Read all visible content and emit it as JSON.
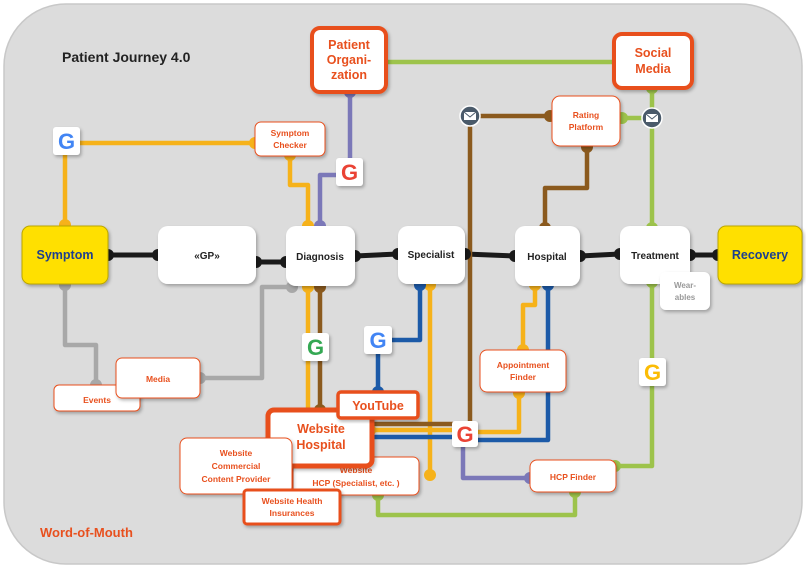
{
  "title": "Patient Journey 4.0",
  "footer": "Word-of-Mouth",
  "journey": {
    "symptom": "Symptom",
    "gp": "«GP»",
    "diagnosis": "Diagnosis",
    "specialist": "Specialist",
    "hospital": "Hospital",
    "treatment": "Treatment",
    "recovery": "Recovery"
  },
  "channels": {
    "patient_org": [
      "Patient",
      "Organi-",
      "zation"
    ],
    "social_media": [
      "Social",
      "Media"
    ],
    "symptom_checker": [
      "Symptom",
      "Checker"
    ],
    "rating_platform": [
      "Rating",
      "Platform"
    ],
    "wearables": [
      "Wear-",
      "ables"
    ],
    "media": "Media",
    "events": "Events",
    "youtube": "YouTube",
    "website_hospital": [
      "Website",
      "Hospital"
    ],
    "appointment_finder": [
      "Appointment",
      "Finder"
    ],
    "website_commercial": [
      "Website",
      "Commercial",
      "Content Provider"
    ],
    "website_hcp": [
      "Website",
      "HCP (Specialist, etc. )"
    ],
    "website_health": [
      "Website Health",
      "Insurances"
    ],
    "hcp_finder": "HCP Finder"
  },
  "icons": {
    "google": "google-icon",
    "email": "email-icon"
  },
  "colors": {
    "background": "#dcdcdc",
    "highlight": "#ffe000",
    "main_line": "#1a1a1a",
    "orange_text": "#e8501e",
    "yellow_line": "#f6b21a",
    "green_line": "#9dc34b",
    "purple_line": "#7b78b8",
    "brown_line": "#8b5a1e",
    "blue_line": "#1c5aa8",
    "gray_line": "#a8a8a8"
  }
}
